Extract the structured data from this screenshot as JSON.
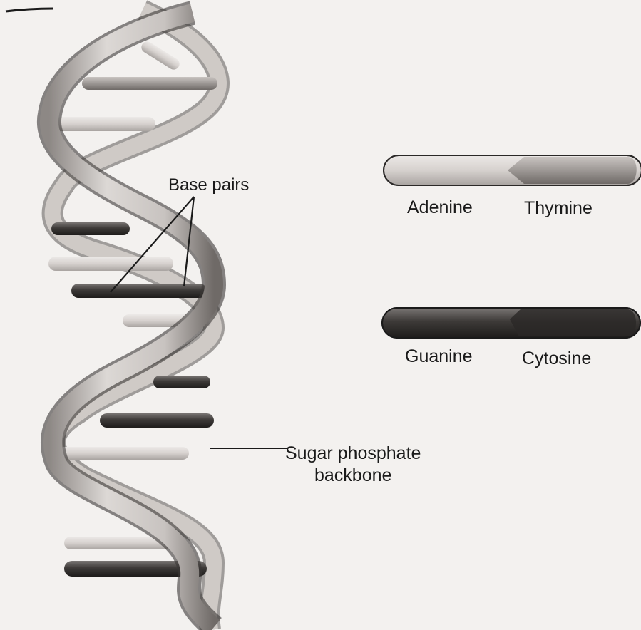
{
  "labels": {
    "base_pairs": "Base pairs",
    "sugar_backbone_line1": "Sugar phosphate",
    "sugar_backbone_line2": "backbone"
  },
  "legend": [
    {
      "left": "Adenine",
      "right": "Thymine",
      "shade": "light"
    },
    {
      "left": "Guanine",
      "right": "Cytosine",
      "shade": "dark"
    }
  ],
  "colors": {
    "paper": "#f3f1ef",
    "ink": "#1a1a1a",
    "ribbon": "#cfcac6",
    "light_base": "#d9d4d1",
    "dark_base": "#3e3b39"
  }
}
